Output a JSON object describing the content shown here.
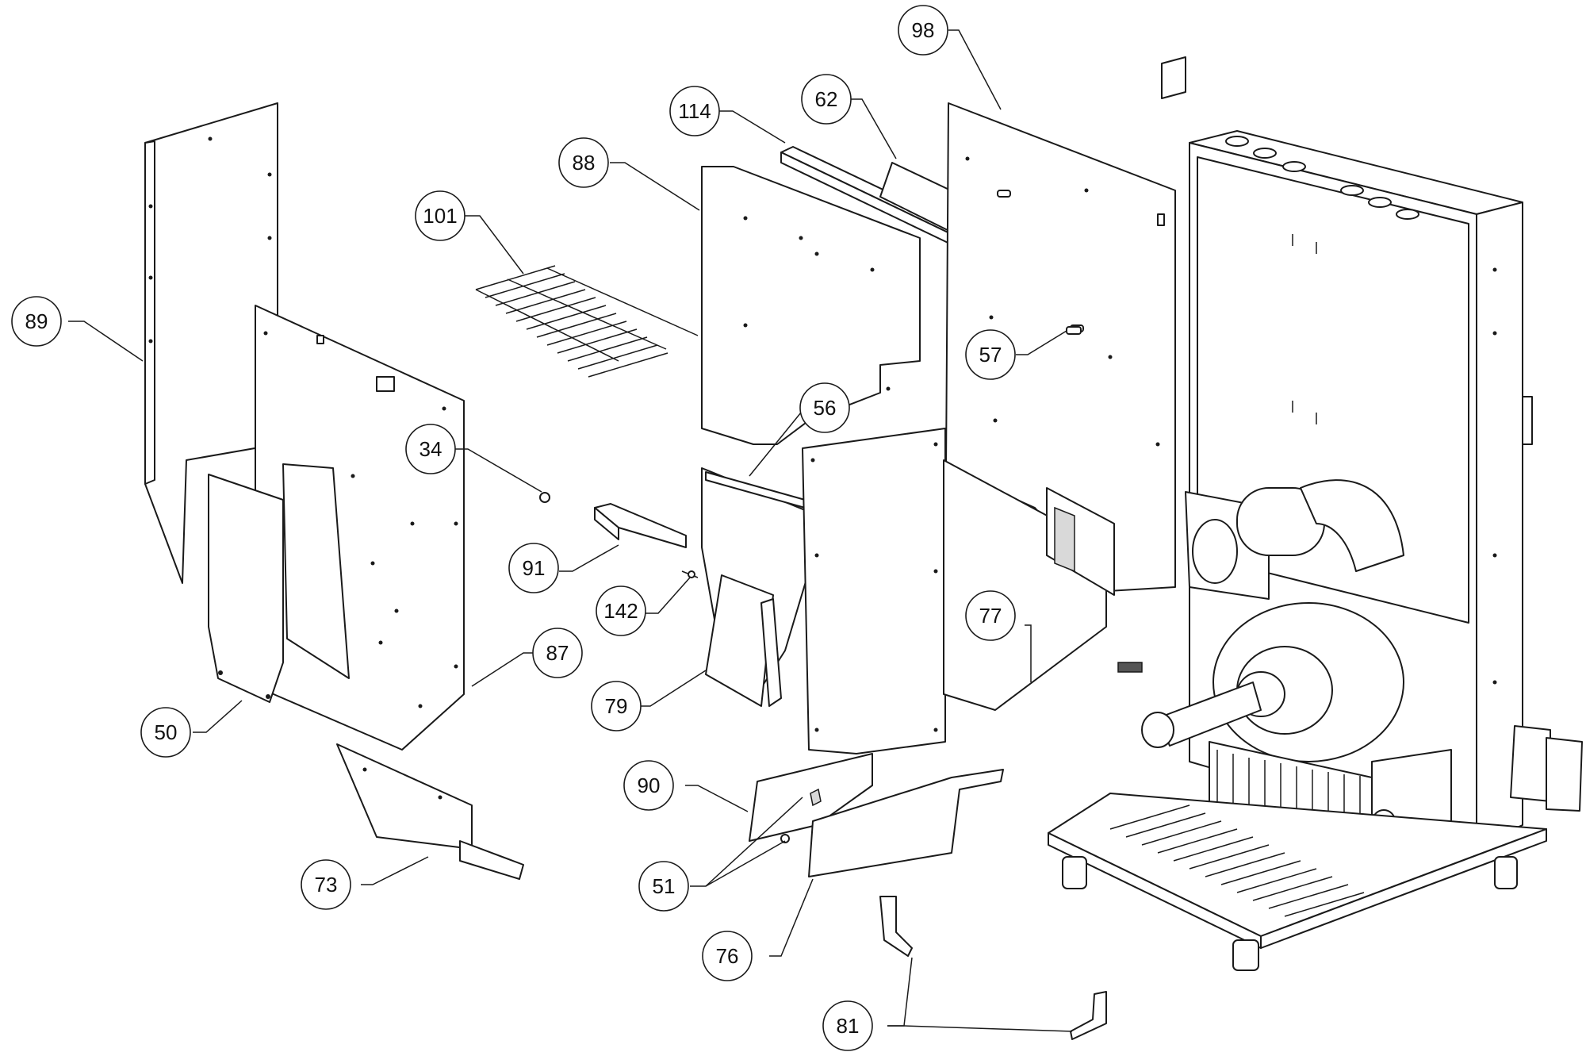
{
  "diagram": {
    "type": "exploded-parts-view",
    "callouts": [
      {
        "id": "c98",
        "label": "98"
      },
      {
        "id": "c114",
        "label": "114"
      },
      {
        "id": "c62",
        "label": "62"
      },
      {
        "id": "c88",
        "label": "88"
      },
      {
        "id": "c101",
        "label": "101"
      },
      {
        "id": "c89",
        "label": "89"
      },
      {
        "id": "c57",
        "label": "57"
      },
      {
        "id": "c56",
        "label": "56"
      },
      {
        "id": "c34",
        "label": "34"
      },
      {
        "id": "c91",
        "label": "91"
      },
      {
        "id": "c142",
        "label": "142"
      },
      {
        "id": "c77",
        "label": "77"
      },
      {
        "id": "c87",
        "label": "87"
      },
      {
        "id": "c79",
        "label": "79"
      },
      {
        "id": "c50",
        "label": "50"
      },
      {
        "id": "c90",
        "label": "90"
      },
      {
        "id": "c73",
        "label": "73"
      },
      {
        "id": "c51",
        "label": "51"
      },
      {
        "id": "c76",
        "label": "76"
      },
      {
        "id": "c81",
        "label": "81"
      }
    ]
  }
}
